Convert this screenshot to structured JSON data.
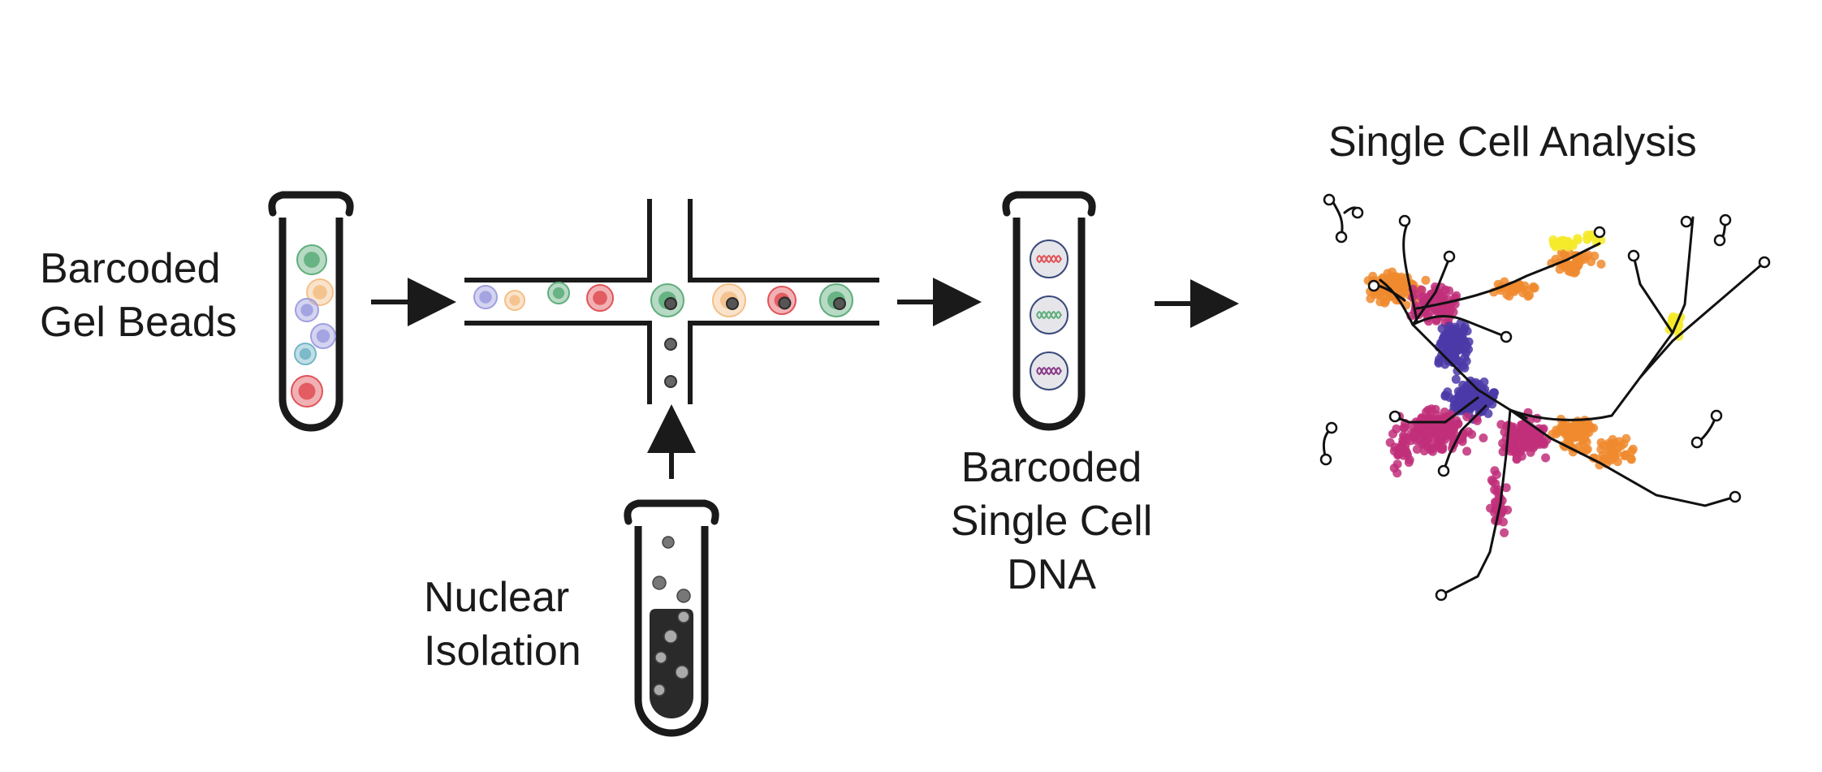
{
  "labels": {
    "gel_beads": [
      "Barcoded",
      "Gel Beads"
    ],
    "nuclear": [
      "Nuclear",
      "Isolation"
    ],
    "barcoded_dna": [
      "Barcoded",
      "Single Cell",
      "DNA"
    ],
    "analysis_title": "Single Cell Analysis"
  },
  "colors": {
    "ink": "#1a1a1a",
    "bead_green": "#5fae7c",
    "bead_peach": "#f3c089",
    "bead_lavender": "#9f9fe0",
    "bead_red": "#e05358",
    "bead_teal": "#74b5c7",
    "nucleus_gray": "#8a8a8a",
    "traj_orange": "#f08a2e",
    "traj_magenta": "#c12f7a",
    "traj_purple": "#4b3aa8",
    "traj_yellow": "#f5ea2a"
  },
  "icons": {
    "tube": "test-tube-icon",
    "arrow": "arrow-right-icon",
    "droplet": "dna-droplet-icon",
    "chip": "microfluidic-chip-icon",
    "trajectory": "trajectory-plot-icon"
  }
}
